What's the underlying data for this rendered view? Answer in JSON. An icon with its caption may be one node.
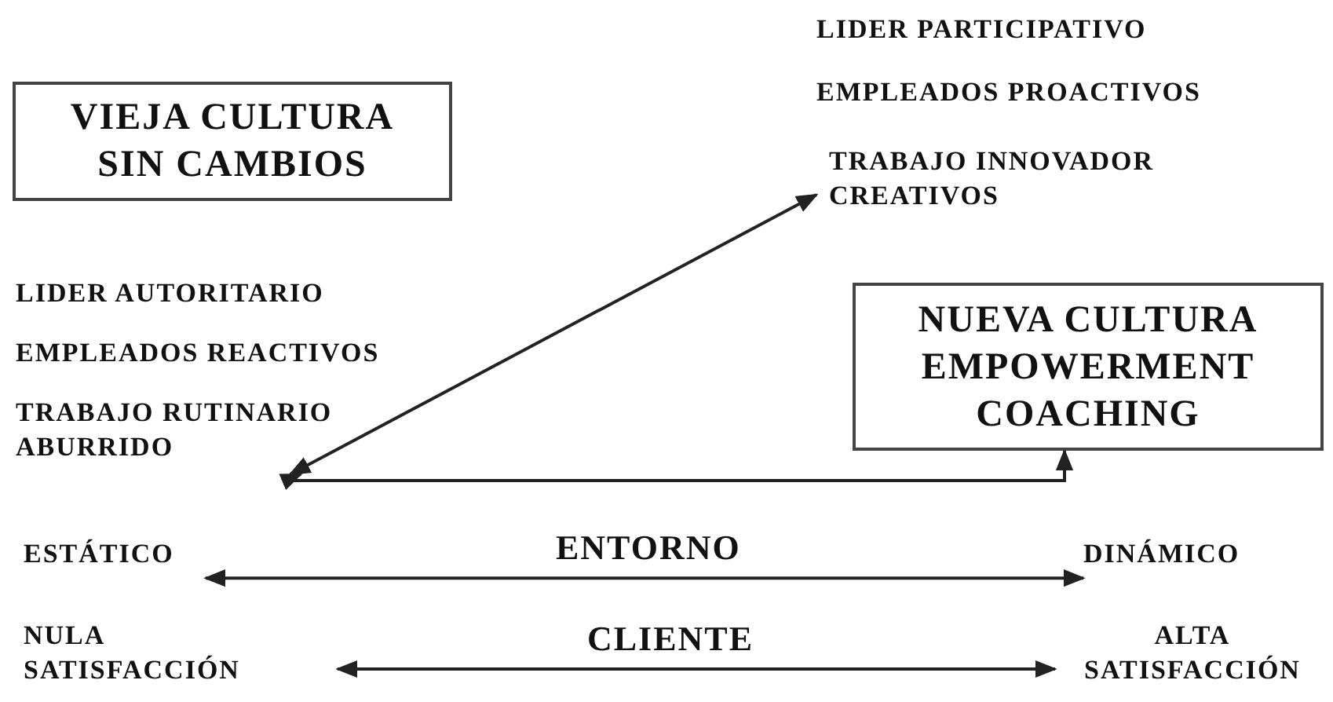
{
  "diagram": {
    "nodes": [
      {
        "text": [
          "VIEJA CULTURA SIN CAMBIOS"
        ]
      },
      {
        "text": [
          "LIDER AUTORITARIO",
          "EMPLEADOS REACTIVOS",
          "TRABAJO RUTINARIO ABURRIDO"
        ]
      },
      {
        "text": [
          "LIDER PARTICIPATIVO",
          "EMPLEADOS PROACTIVOS",
          "TRABAJO INNOVADOR CREATIVOS"
        ]
      },
      {
        "text": [
          "NUEVA CULTURA EMPOWERMENT COACHING"
        ]
      },
      {
        "text": [
          "ESTÁTICO"
        ]
      },
      {
        "text": [
          "DINÁMICO"
        ]
      },
      {
        "text": [
          "NULA SATISFACCIÓN"
        ]
      },
      {
        "text": [
          "ALTA SATISFACCIÓN"
        ]
      }
    ],
    "edges": [
      {
        "from": 1,
        "to": 2,
        "arrow": "both"
      },
      {
        "from": 1,
        "to": 3,
        "arrow": "both"
      },
      {
        "from": 4,
        "to": 5,
        "arrow": "both",
        "label": "ENTORNO"
      },
      {
        "from": 6,
        "to": 7,
        "arrow": "both",
        "label": "CLIENTE"
      }
    ]
  }
}
